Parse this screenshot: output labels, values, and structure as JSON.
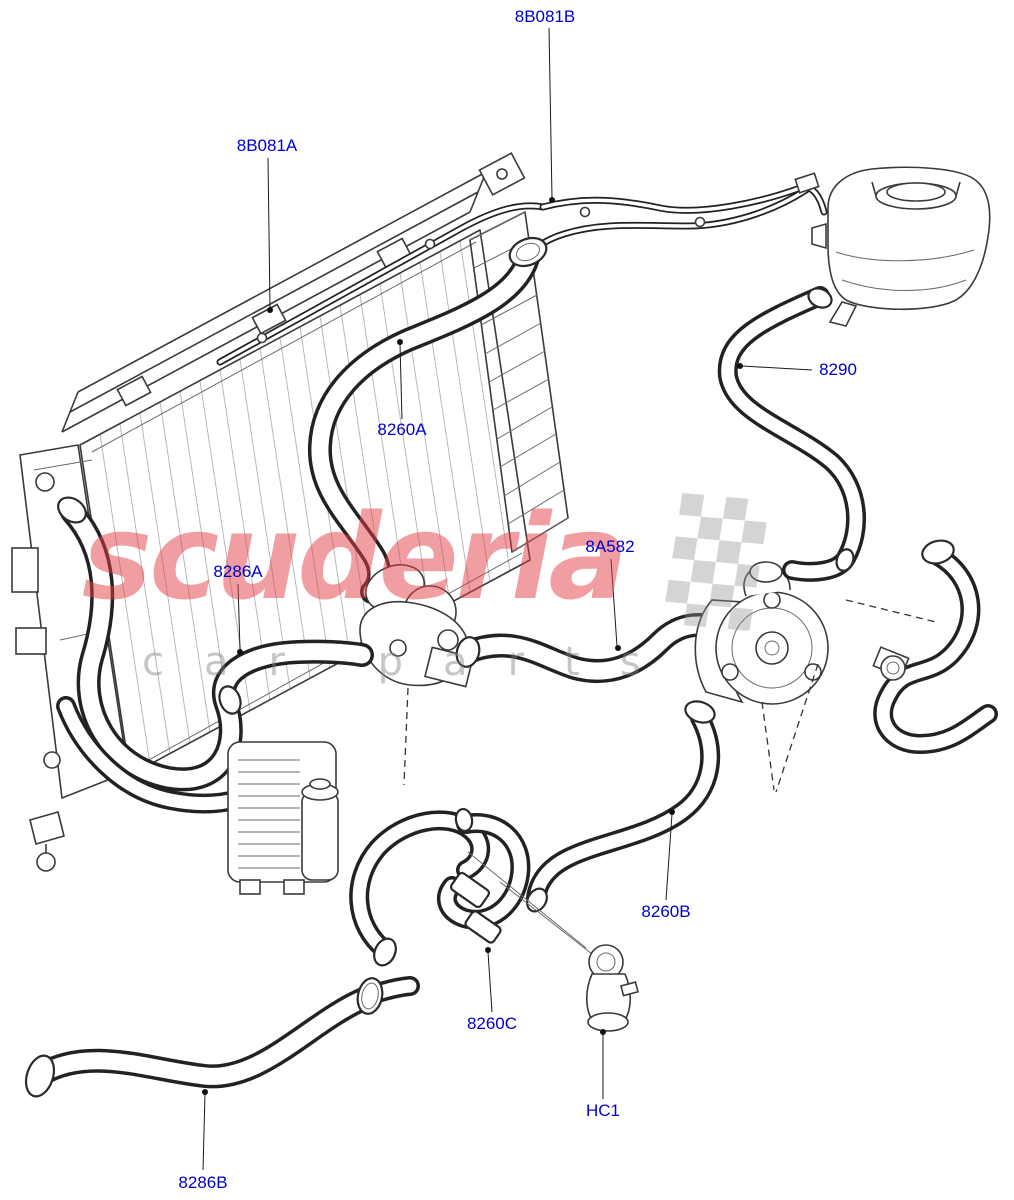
{
  "watermark": {
    "brand": "scuderia",
    "tagline": "car parts"
  },
  "labels": [
    {
      "id": "8B081B",
      "text": "8B081B"
    },
    {
      "id": "8B081A",
      "text": "8B081A"
    },
    {
      "id": "8260A",
      "text": "8260A"
    },
    {
      "id": "8290",
      "text": "8290"
    },
    {
      "id": "8286A",
      "text": "8286A"
    },
    {
      "id": "8A582",
      "text": "8A582"
    },
    {
      "id": "8260B",
      "text": "8260B"
    },
    {
      "id": "8260C",
      "text": "8260C"
    },
    {
      "id": "HC1",
      "text": "HC1"
    },
    {
      "id": "8286B",
      "text": "8286B"
    }
  ],
  "colors": {
    "label": "#0000cc",
    "watermark_brand": "#e23e46",
    "watermark_tagline": "#808080",
    "line_art": "#222222"
  },
  "components": [
    "radiator",
    "expansion-tank",
    "water-pump",
    "oil-cooler",
    "thermostat-housing",
    "heater-hoses",
    "quick-connect-coupling"
  ]
}
